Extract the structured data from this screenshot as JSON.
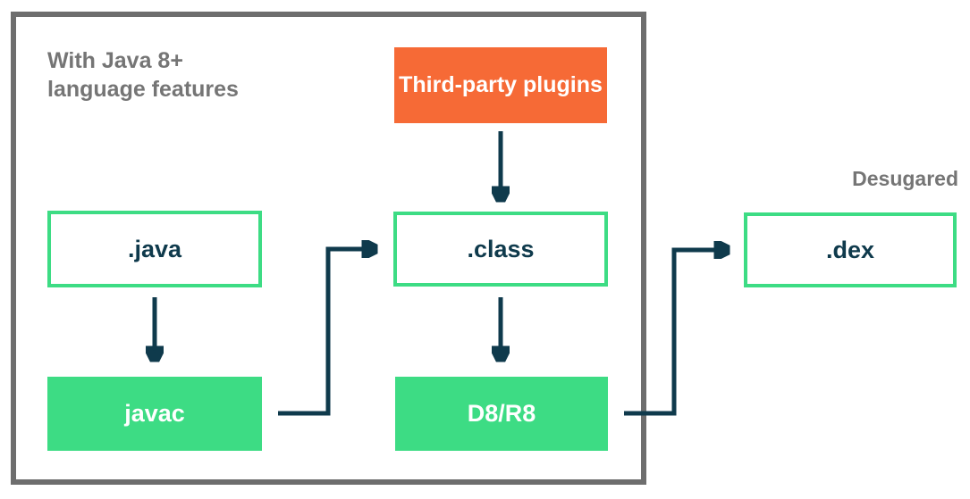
{
  "diagram": {
    "annotations": {
      "java8_line1": "With Java 8+",
      "java8_line2": "language features",
      "desugared": "Desugared"
    },
    "nodes": {
      "plugins": {
        "label": "Third-party plugins",
        "style": "filled-orange"
      },
      "java": {
        "label": ".java",
        "style": "outlined-green"
      },
      "class": {
        "label": ".class",
        "style": "outlined-green"
      },
      "dex": {
        "label": ".dex",
        "style": "outlined-green"
      },
      "javac": {
        "label": "javac",
        "style": "filled-green"
      },
      "d8r8": {
        "label": "D8/R8",
        "style": "filled-green"
      }
    },
    "edges": [
      {
        "from": "plugins",
        "to": "class",
        "type": "arrow"
      },
      {
        "from": "java",
        "to": "javac",
        "type": "arrow"
      },
      {
        "from": "class",
        "to": "d8r8",
        "type": "arrow"
      },
      {
        "from": "javac",
        "to": "class",
        "type": "elbow-arrow"
      },
      {
        "from": "d8r8",
        "to": "dex",
        "type": "elbow-arrow"
      }
    ],
    "colors": {
      "green": "#3DDC84",
      "navy": "#0F3A4C",
      "orange": "#F66A36",
      "frame_gray": "#6E6E6E",
      "label_gray": "#757575",
      "background": "#FFFFFF"
    }
  }
}
